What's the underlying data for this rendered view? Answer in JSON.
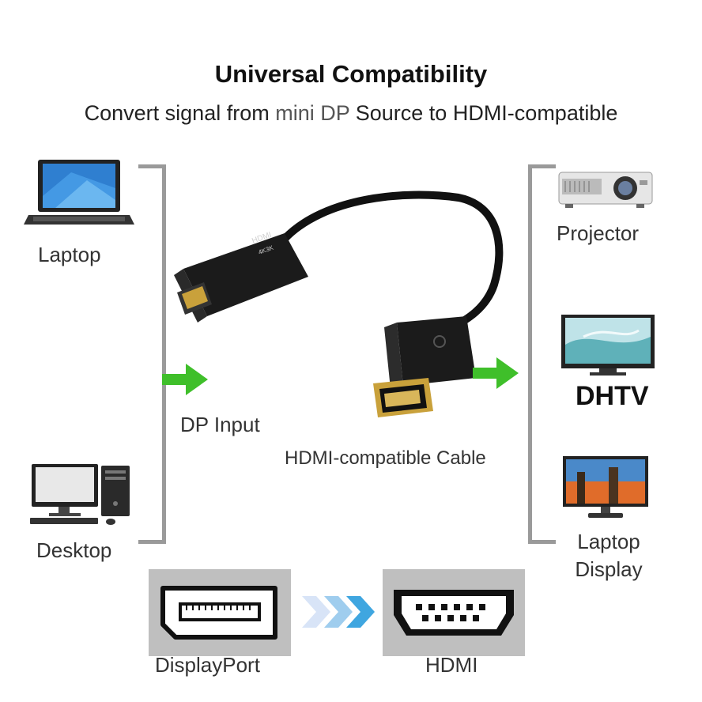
{
  "header": {
    "title": "Universal Compatibility",
    "subtitle_prefix": "Convert signal from ",
    "subtitle_highlight": "mini DP",
    "subtitle_suffix": " Source to HDMI-compatible"
  },
  "sources": {
    "laptop_label": "Laptop",
    "desktop_label": "Desktop"
  },
  "labels": {
    "dp_input": "DP Input",
    "cable": "HDMI-compatible Cable"
  },
  "displays": {
    "projector_label": "Projector",
    "dhtv_label": "DHTV",
    "laptop_display_line1": "Laptop",
    "laptop_display_line2": "Display"
  },
  "ports": {
    "displayport_label": "DisplayPort",
    "hdmi_label": "HDMI"
  },
  "adapter": {
    "housing_text_1": "HDMI",
    "housing_text_2": "4K3K"
  },
  "colors": {
    "arrow_green": "#3fbf2a",
    "bracket_gray": "#9a9a9a",
    "chevron_blue": "#3fa6e0",
    "port_panel": "#bfbfbf"
  }
}
